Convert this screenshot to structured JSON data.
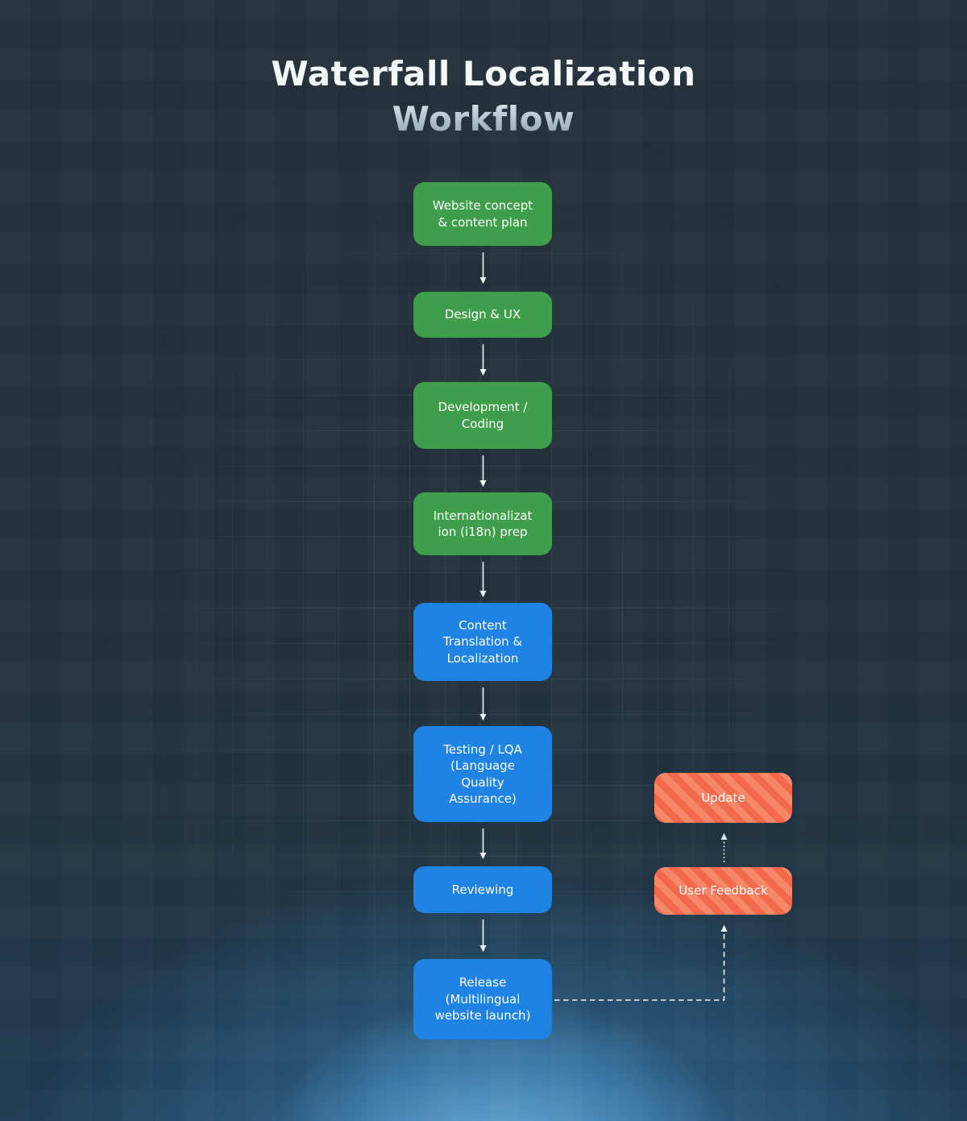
{
  "title": {
    "line1": "Waterfall Localization",
    "line2": "Workflow"
  },
  "flow": {
    "nodes": [
      {
        "id": "website-concept",
        "label": "Website concept\n& content plan",
        "color": "green"
      },
      {
        "id": "design-ux",
        "label": "Design & UX",
        "color": "green"
      },
      {
        "id": "development-coding",
        "label": "Development /\nCoding",
        "color": "green"
      },
      {
        "id": "i18n-prep",
        "label": "Internationalizat\nion (i18n) prep",
        "color": "green"
      },
      {
        "id": "content-translation",
        "label": "Content\nTranslation &\nLocalization",
        "color": "blue"
      },
      {
        "id": "testing-lqa",
        "label": "Testing / LQA\n(Language\nQuality\nAssurance)",
        "color": "blue"
      },
      {
        "id": "reviewing",
        "label": "Reviewing",
        "color": "blue"
      },
      {
        "id": "release",
        "label": "Release\n(Multilingual\nwebsite launch)",
        "color": "blue"
      }
    ]
  },
  "feedback_loop": {
    "update_label": "Update",
    "user_feedback_label": "User Feedback"
  },
  "colors": {
    "node_green": "#3f9e4b",
    "node_blue": "#1e83e3",
    "node_orange_base": "#f3694c",
    "node_orange_stripe": "#f68769",
    "background": "#233039",
    "bottom_glow": "#3e8cc8",
    "arrow": "#f0f6f8",
    "title_primary": "#f3f8fa",
    "title_secondary": "#aebfc9"
  }
}
